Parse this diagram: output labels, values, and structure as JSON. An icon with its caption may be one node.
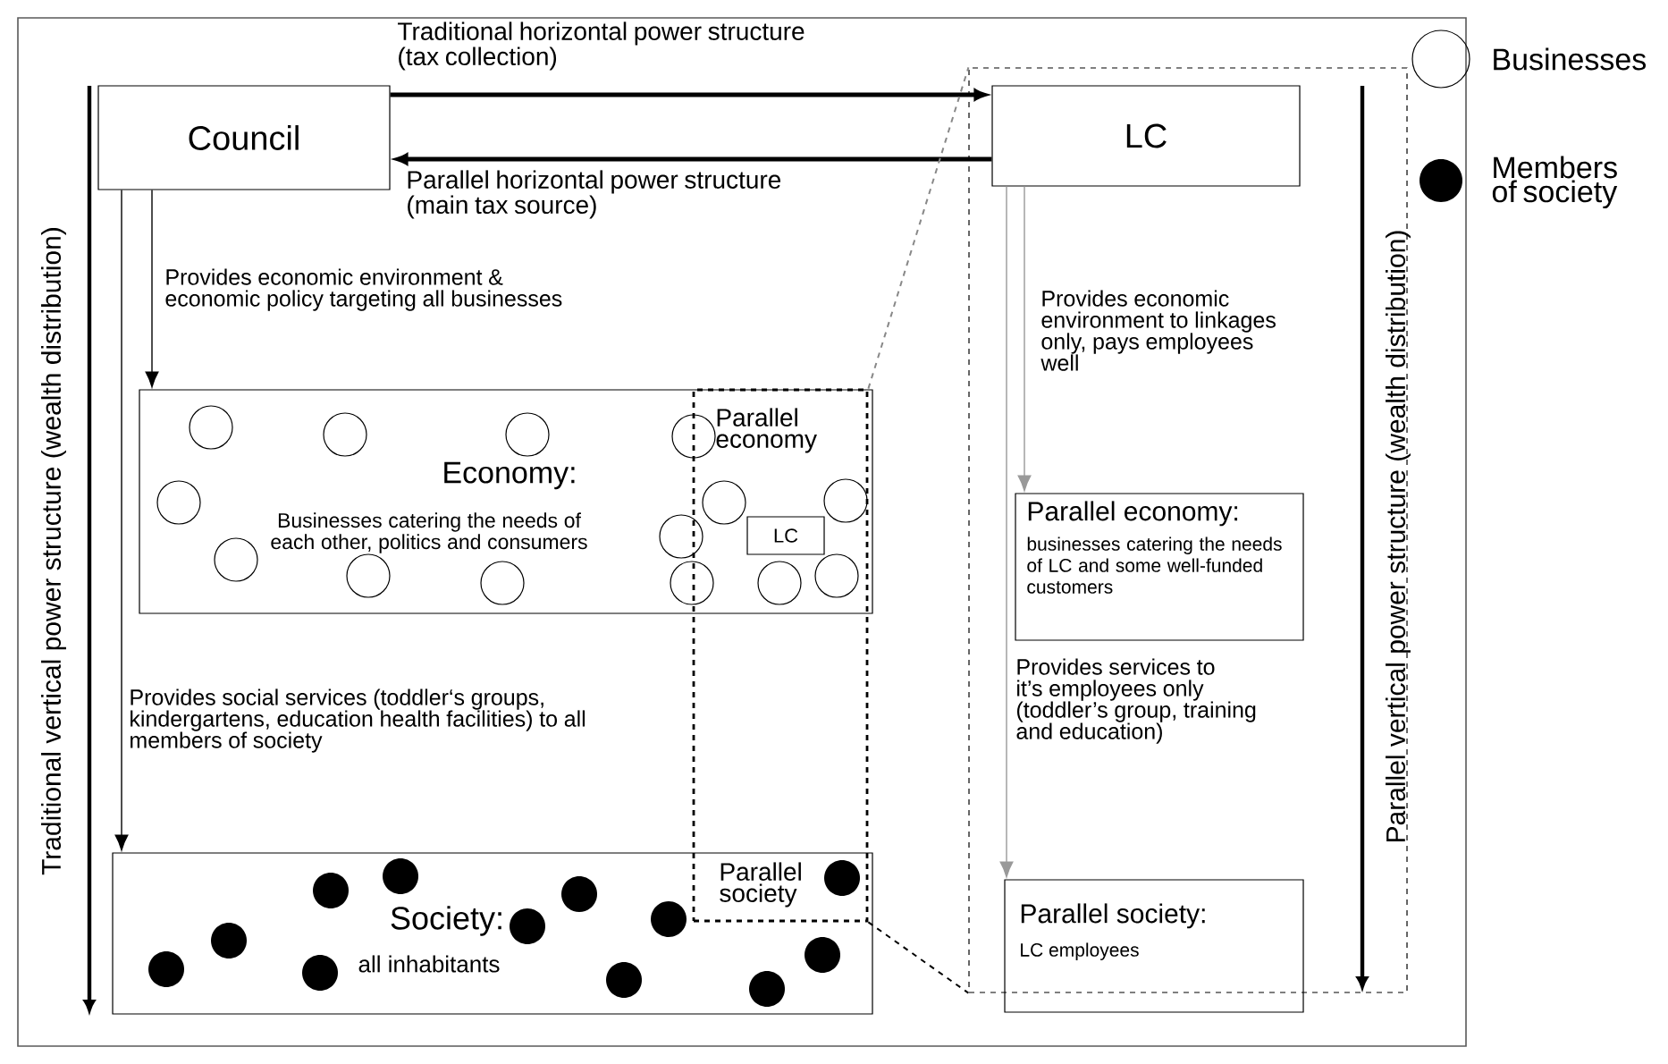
{
  "diagram": {
    "nodes": [
      {
        "text": [
          "Council"
        ]
      },
      {
        "text": [],
        "shape": "box"
      },
      {
        "text": [
          "LC"
        ],
        "in": 1
      },
      {
        "text": [
          "Economy:",
          "Businesses catering the needs of each other, politics and consumers"
        ]
      },
      {
        "text": [
          "LC"
        ]
      },
      {
        "text": [
          "Society:",
          "all inhabitants"
        ]
      },
      {
        "text": [],
        "shape": "box"
      },
      {
        "text": [
          "Parallel economy:",
          "businesses catering the needs of LC and some well-funded customers"
        ],
        "in": 1
      },
      {
        "text": [
          "Parallel society:",
          "LC employees"
        ],
        "in": 1
      }
    ],
    "edges": [
      {
        "from": 0,
        "to": 2,
        "arrow": "to",
        "style": "thick",
        "label": "Traditional horizontal power structure (tax collection)"
      },
      {
        "from": 2,
        "to": 0,
        "arrow": "to",
        "style": "thick",
        "label": "Parallel horizontal power structure (main tax source)"
      },
      {
        "from": 0,
        "to": 3,
        "arrow": "to",
        "label": "Provides economic environment & economic policy targeting all businesses"
      },
      {
        "from": 0,
        "to": 5,
        "arrow": "to",
        "label": "Provides social services (toddler‘s groups, kindergartens, education health facilities) to all members of society"
      },
      {
        "from": 2,
        "to": 7,
        "arrow": "to",
        "color": "#999999",
        "label": "Provides economic environment to linkages only, pays employees well"
      },
      {
        "from": 2,
        "to": 8,
        "arrow": "to",
        "color": "#999999",
        "label": "Provides services to it’s employees only (toddler’s group, training and education)"
      },
      {
        "from": 6,
        "to": 1,
        "arrow": "none",
        "style": "dashed",
        "color": "#888888"
      },
      {
        "from": 6,
        "to": 1,
        "arrow": "none",
        "style": "dashed"
      }
    ],
    "labels": [
      "Parallel economy",
      "Parallel society",
      "Traditional vertical power structure (wealth distribution)",
      "Parallel vertical power structure (wealth distribution)"
    ],
    "legend": [
      {
        "text": "Businesses"
      },
      {
        "text": "Members of society"
      }
    ]
  }
}
